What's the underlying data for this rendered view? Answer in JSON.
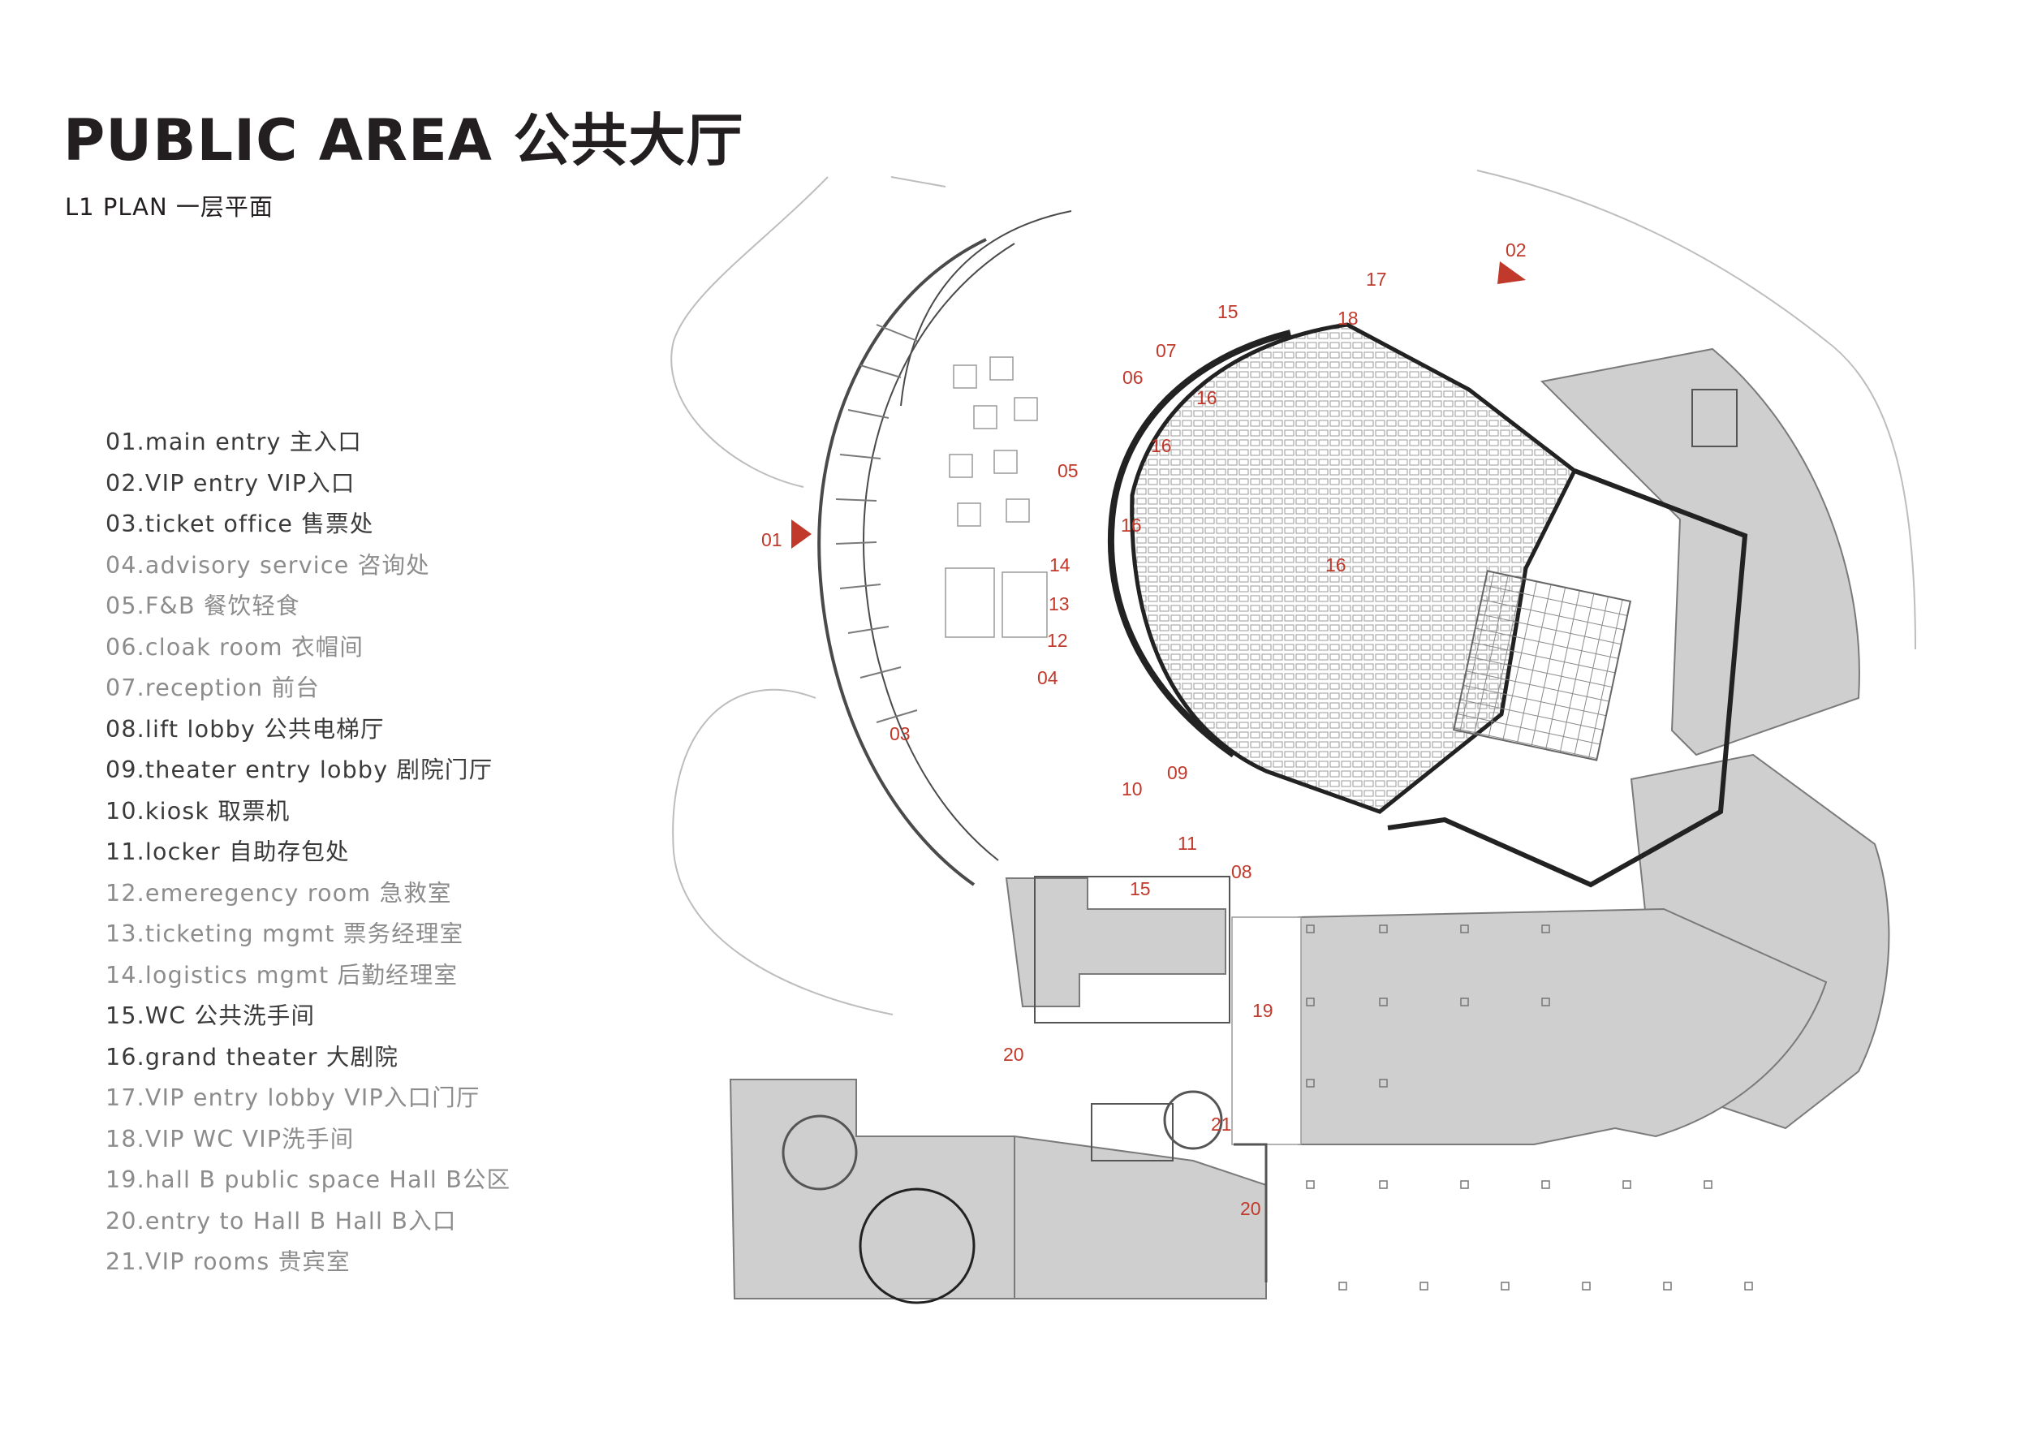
{
  "title": "PUBLIC AREA 公共大厅",
  "subtitle": "L1 PLAN 一层平面",
  "legend": [
    {
      "text": "01.main entry 主入口",
      "tone": "dark"
    },
    {
      "text": "02.VIP entry VIP入口",
      "tone": "dark"
    },
    {
      "text": "03.ticket office 售票处",
      "tone": "dark"
    },
    {
      "text": "04.advisory service 咨询处",
      "tone": "light"
    },
    {
      "text": "05.F&B 餐饮轻食",
      "tone": "light"
    },
    {
      "text": "06.cloak room 衣帽间",
      "tone": "light"
    },
    {
      "text": "07.reception 前台",
      "tone": "light"
    },
    {
      "text": "08.lift lobby 公共电梯厅",
      "tone": "dark"
    },
    {
      "text": "09.theater entry lobby 剧院门厅",
      "tone": "dark"
    },
    {
      "text": "10.kiosk 取票机",
      "tone": "dark"
    },
    {
      "text": "11.locker 自助存包处",
      "tone": "dark"
    },
    {
      "text": "12.emeregency room 急救室",
      "tone": "light"
    },
    {
      "text": "13.ticketing mgmt 票务经理室",
      "tone": "light"
    },
    {
      "text": "14.logistics mgmt 后勤经理室",
      "tone": "light"
    },
    {
      "text": "15.WC 公共洗手间",
      "tone": "dark"
    },
    {
      "text": "16.grand theater 大剧院",
      "tone": "dark"
    },
    {
      "text": "17.VIP entry lobby VIP入口门厅",
      "tone": "light"
    },
    {
      "text": "18.VIP WC VIP洗手间",
      "tone": "light"
    },
    {
      "text": "19.hall B public space Hall B公区",
      "tone": "light"
    },
    {
      "text": "20.entry to Hall B Hall B入口",
      "tone": "light"
    },
    {
      "text": "21.VIP rooms 贵宾室",
      "tone": "light"
    }
  ],
  "plan_labels": {
    "l01": "01",
    "l02": "02",
    "l03": "03",
    "l04": "04",
    "l05": "05",
    "l06": "06",
    "l07": "07",
    "l08": "08",
    "l09": "09",
    "l10": "10",
    "l11": "11",
    "l12": "12",
    "l13": "13",
    "l14": "14",
    "l15a": "15",
    "l15b": "15",
    "l16a": "16",
    "l16b": "16",
    "l16c": "16",
    "l16d": "16",
    "l17": "17",
    "l18": "18",
    "l19": "19",
    "l20a": "20",
    "l20b": "20",
    "l21": "21"
  },
  "colors": {
    "accent": "#c0392b",
    "text_dark": "#231f20",
    "text_light": "#8c8c8c",
    "fill_gray": "#cfcfcf"
  },
  "icons": {
    "entry_marker": "entry-arrow-icon"
  }
}
